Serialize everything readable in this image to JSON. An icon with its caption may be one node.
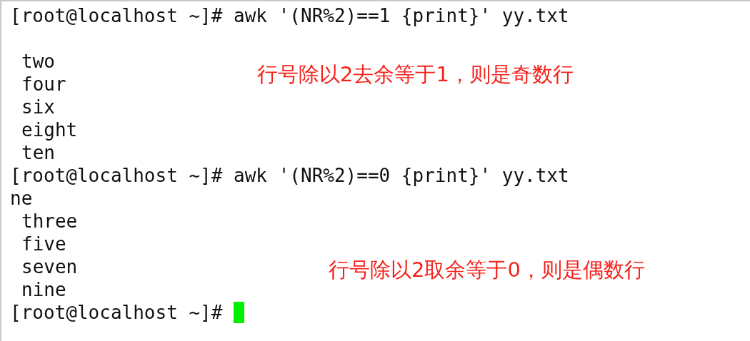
{
  "diagram": {
    "labels": [
      "[root@localhost ~]# awk '(NR%2)==1 {print}' yy.txt",
      "two",
      "行号除以2去余等于1，则是奇数行",
      "four",
      "six",
      "eight",
      "ten",
      "[root@localhost ~]# awk '(NR%2)==0 {print}' yy.txt",
      "ne",
      "three",
      "five",
      "seven",
      "行号除以2取余等于0，则是偶数行",
      "nine",
      "[root@localhost ~]#"
    ]
  }
}
